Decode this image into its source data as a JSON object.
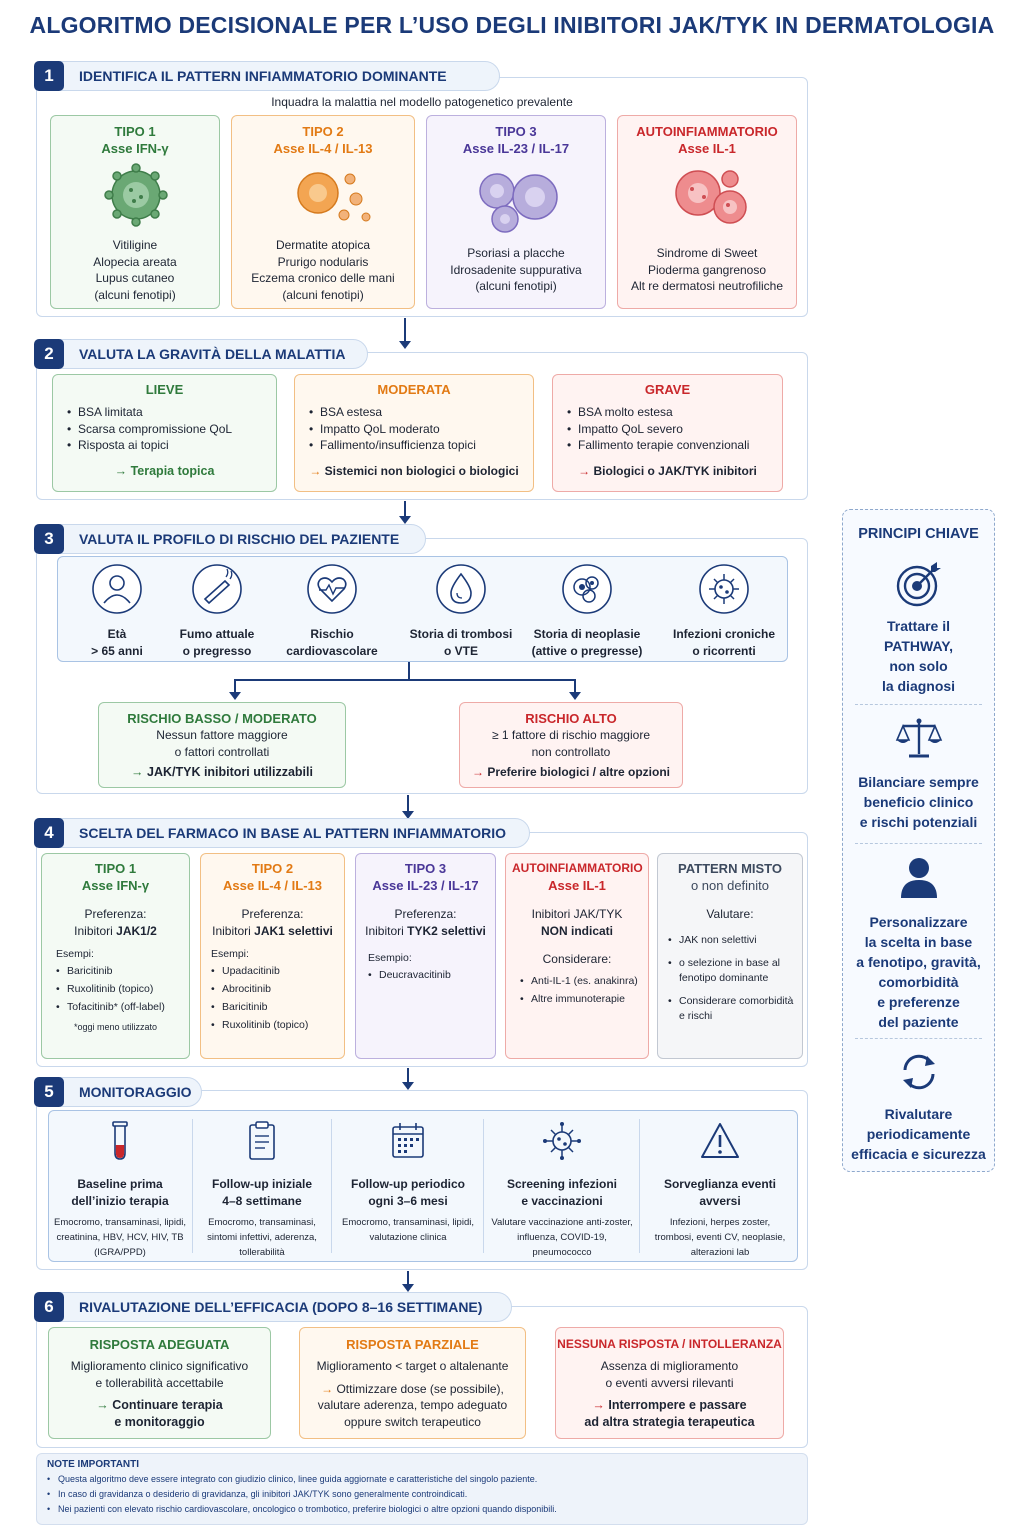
{
  "title": "ALGORITMO DECISIONALE PER L’USO DEGLI INIBITORI JAK/TYK IN DERMATOLOGIA",
  "colors": {
    "navy": "#1b3a78",
    "green": "#2f7a3c",
    "orange": "#e27a14",
    "purple": "#4a3798",
    "red": "#c9272b"
  },
  "s1": {
    "num": "1",
    "header": "IDENTIFICA IL PATTERN INFIAMMATORIO DOMINANTE",
    "subtitle": "Inquadra la malattia nel modello patogenetico prevalente",
    "cards": [
      {
        "t1": "TIPO 1",
        "t2": "Asse IFN-γ",
        "icon": "green-cell-icon",
        "lines": [
          "Vitiligine",
          "Alopecia areata",
          "Lupus cutaneo",
          "(alcuni fenotipi)"
        ]
      },
      {
        "t1": "TIPO 2",
        "t2": "Asse IL-4 / IL-13",
        "icon": "orange-cell-icon",
        "lines": [
          "Dermatite atopica",
          "Prurigo nodularis",
          "Eczema cronico delle mani",
          "(alcuni fenotipi)"
        ]
      },
      {
        "t1": "TIPO 3",
        "t2": "Asse IL-23 / IL-17",
        "icon": "purple-cells-icon",
        "lines": [
          "Psoriasi a placche",
          "Idrosadenite suppurativa",
          "(alcuni fenotipi)"
        ]
      },
      {
        "t1": "AUTOINFIAMMATORIO",
        "t2": "Asse IL-1",
        "icon": "red-cells-icon",
        "lines": [
          "Sindrome di Sweet",
          "Pioderma gangrenoso",
          "Alt re dermatosi neutrofiliche"
        ]
      }
    ]
  },
  "s2": {
    "num": "2",
    "header": "VALUTA LA GRAVITÀ DELLA MALATTIA",
    "cards": [
      {
        "t": "LIEVE",
        "items": [
          "BSA limitata",
          "Scarsa compromissione QoL",
          "Risposta ai topici"
        ],
        "arrow": "→",
        "out": "Terapia topica"
      },
      {
        "t": "MODERATA",
        "items": [
          "BSA estesa",
          "Impatto QoL moderato",
          "Fallimento/insufficienza topici"
        ],
        "arrow": "→",
        "out": "Sistemici non biologici o biologici"
      },
      {
        "t": "GRAVE",
        "items": [
          "BSA molto estesa",
          "Impatto QoL severo",
          "Fallimento terapie convenzionali"
        ],
        "arrow": "→",
        "out": "Biologici o JAK/TYK inibitori"
      }
    ]
  },
  "s3": {
    "num": "3",
    "header": "VALUTA IL PROFILO DI RISCHIO DEL PAZIENTE",
    "factors": [
      {
        "icon": "person-icon",
        "l1": "Età",
        "l2": "> 65 anni"
      },
      {
        "icon": "cigarette-icon",
        "l1": "Fumo attuale",
        "l2": "o pregresso"
      },
      {
        "icon": "heart-pulse-icon",
        "l1": "Rischio",
        "l2": "cardiovascolare"
      },
      {
        "icon": "blood-drop-icon",
        "l1": "Storia di trombosi",
        "l2": "o VTE"
      },
      {
        "icon": "neoplasia-cells-icon",
        "l1": "Storia di neoplasie",
        "l2": "(attive o pregresse)"
      },
      {
        "icon": "virus-icon",
        "l1": "Infezioni croniche",
        "l2": "o ricorrenti"
      }
    ],
    "low": {
      "t": "RISCHIO BASSO / MODERATO",
      "l1": "Nessun fattore maggiore",
      "l2": "o fattori controllati",
      "arrow": "→",
      "out": "JAK/TYK inibitori utilizzabili"
    },
    "high": {
      "t": "RISCHIO ALTO",
      "l1": "≥ 1 fattore di rischio maggiore",
      "l2": "non controllato",
      "arrow": "→",
      "out": "Preferire biologici / altre opzioni"
    }
  },
  "s4": {
    "num": "4",
    "header": "SCELTA DEL FARMACO IN BASE AL PATTERN INFIAMMATORIO",
    "cols": [
      {
        "t1": "TIPO 1",
        "t2": "Asse IFN-γ",
        "p1": "Preferenza:",
        "p2a": "Inibitori ",
        "p2b": "JAK1/2",
        "sub": "Esempi:",
        "items": [
          "Baricitinib",
          "Ruxolitinib (topico)",
          "Tofacitinib* (off-label)"
        ],
        "note": "*oggi meno utilizzato"
      },
      {
        "t1": "TIPO 2",
        "t2": "Asse IL-4 / IL-13",
        "p1": "Preferenza:",
        "p2a": "Inibitori ",
        "p2b": "JAK1 selettivi",
        "sub": "Esempi:",
        "items": [
          "Upadacitinib",
          "Abrocitinib",
          "Baricitinib",
          "Ruxolitinib (topico)"
        ]
      },
      {
        "t1": "TIPO 3",
        "t2": "Asse IL-23 / IL-17",
        "p1": "Preferenza:",
        "p2a": "Inibitori ",
        "p2b": "TYK2 selettivi",
        "sub": "Esempio:",
        "items": [
          "Deucravacitinib"
        ]
      },
      {
        "t1": "AUTOINFIAMMATORIO",
        "t2": "Asse IL-1",
        "p1": "Inibitori JAK/TYK",
        "p2b": "NON indicati",
        "sub": "Considerare:",
        "items": [
          "Anti-IL-1 (es. anakinra)",
          "Altre immunoterapie"
        ]
      },
      {
        "t1": "PATTERN MISTO",
        "t2": "o non definito",
        "p1": "Valutare:",
        "items": [
          "JAK non selettivi",
          "o selezione in base al fenotipo dominante",
          "Considerare comorbidità e rischi"
        ]
      }
    ]
  },
  "s5": {
    "num": "5",
    "header": "MONITORAGGIO",
    "items": [
      {
        "icon": "test-tube-icon",
        "t1": "Baseline prima",
        "t2": "dell’inizio terapia",
        "d": "Emocromo, transaminasi, lipidi, creatinina, HBV, HCV, HIV, TB (IGRA/PPD)"
      },
      {
        "icon": "clipboard-icon",
        "t1": "Follow-up iniziale",
        "t2": "4–8 settimane",
        "d": "Emocromo, transaminasi, sintomi infettivi, aderenza, tollerabilità"
      },
      {
        "icon": "calendar-icon",
        "t1": "Follow-up periodico",
        "t2": "ogni 3–6 mesi",
        "d": "Emocromo, transaminasi, lipidi, valutazione clinica"
      },
      {
        "icon": "virus-icon",
        "t1": "Screening infezioni",
        "t2": "e vaccinazioni",
        "d": "Valutare vaccinazione anti-zoster, influenza, COVID-19, pneumococco"
      },
      {
        "icon": "warning-icon",
        "t1": "Sorveglianza eventi",
        "t2": "avversi",
        "d": "Infezioni, herpes zoster, trombosi, eventi CV, neoplasie, alterazioni lab"
      }
    ]
  },
  "s6": {
    "num": "6",
    "header": "RIVALUTAZIONE DELL’EFFICACIA (DOPO 8–16 SETTIMANE)",
    "cards": [
      {
        "t": "RISPOSTA ADEGUATA",
        "d1": "Miglioramento clinico significativo",
        "d2": "e tollerabilità accettabile",
        "arrow": "→",
        "o1": "Continuare terapia",
        "o2": "e monitoraggio"
      },
      {
        "t": "RISPOSTA PARZIALE",
        "d1": "Miglioramento < target o altalenante",
        "arrow": "→",
        "o1": "Ottimizzare dose (se possibile),",
        "o2": "valutare aderenza, tempo adeguato",
        "o3": "oppure switch terapeutico"
      },
      {
        "t": "NESSUNA RISPOSTA / INTOLLERANZA",
        "d1": "Assenza di miglioramento",
        "d2": "o eventi avversi rilevanti",
        "arrow": "→",
        "o1": "Interrompere e passare",
        "o2": "ad altra strategia terapeutica"
      }
    ]
  },
  "notes": {
    "title": "NOTE IMPORTANTI",
    "items": [
      "Questa algoritmo deve essere integrato con giudizio clinico, linee guida aggiornate e caratteristiche del singolo paziente.",
      "In caso di gravidanza o desiderio di gravidanza, gli inibitori JAK/TYK sono generalmente controindicati.",
      "Nei pazienti con elevato rischio cardiovascolare, oncologico o trombotico, preferire biologici o altre opzioni quando disponibili."
    ]
  },
  "side": {
    "title": "PRINCIPI CHIAVE",
    "items": [
      {
        "icon": "target-icon",
        "lines": [
          "Trattare il",
          "PATHWAY,",
          "non solo",
          "la diagnosi"
        ]
      },
      {
        "icon": "scale-icon",
        "lines": [
          "Bilanciare sempre",
          "beneficio clinico",
          "e rischi potenziali"
        ]
      },
      {
        "icon": "person-icon",
        "lines": [
          "Personalizzare",
          "la scelta in base",
          "a fenotipo, gravità,",
          "comorbidità",
          "e preferenze",
          "del paziente"
        ]
      },
      {
        "icon": "refresh-icon",
        "lines": [
          "Rivalutare",
          "periodicamente",
          "efficacia e sicurezza"
        ]
      }
    ]
  }
}
